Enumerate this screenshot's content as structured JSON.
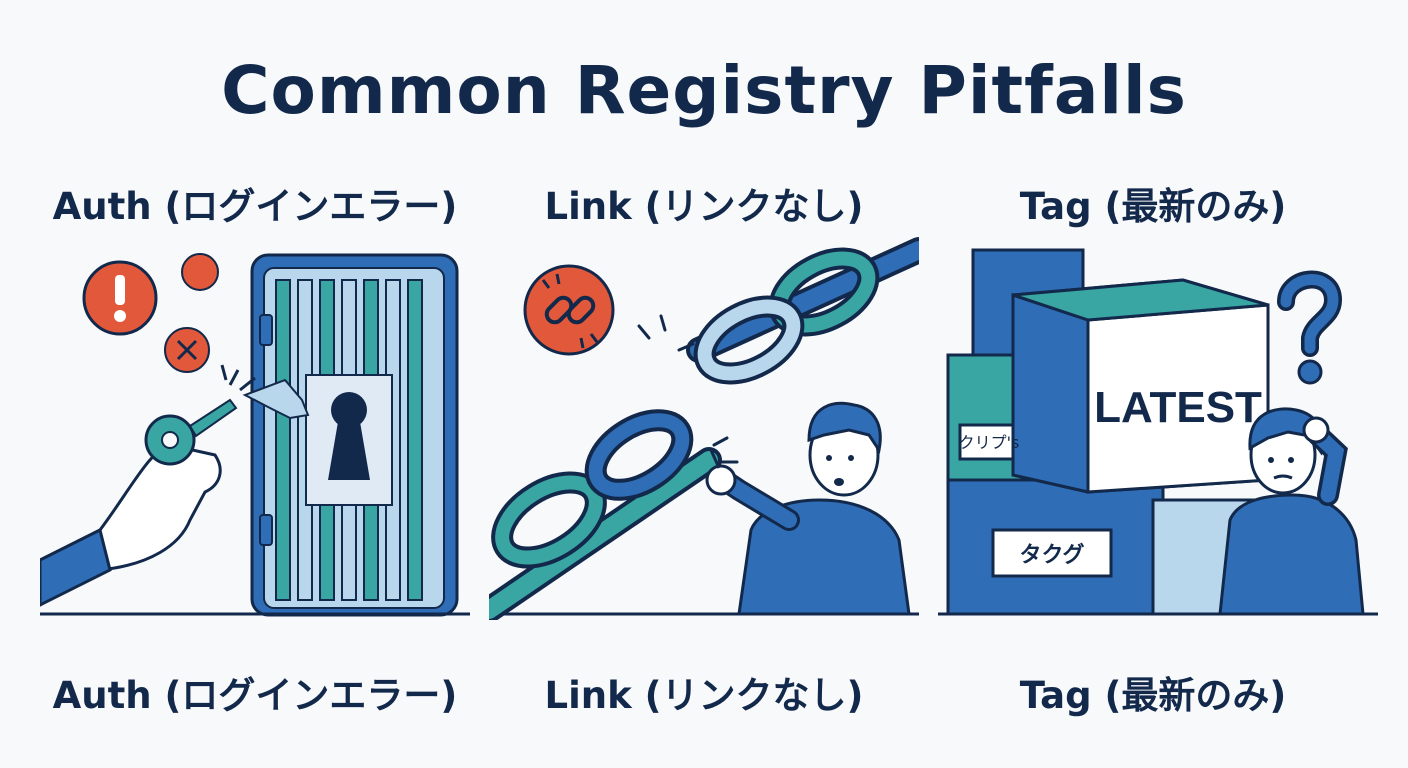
{
  "title": "Common Registry Pitfalls",
  "panels": [
    {
      "top_label": "Auth (ログインエラー)",
      "bottom_label": "Auth (ログインエラー)",
      "icons": [
        "exclamation-icon",
        "cross-icon",
        "key-icon",
        "keyhole-icon"
      ]
    },
    {
      "top_label": "Link (リンクなし)",
      "bottom_label": "Link (リンクなし)",
      "icons": [
        "broken-link-icon",
        "chain-icon"
      ]
    },
    {
      "top_label": "Tag (最新のみ)",
      "bottom_label": "Tag (最新のみ)",
      "box_label": "LATEST",
      "side_tag_1": "クリプ's",
      "side_tag_2": "タクグ",
      "icons": [
        "question-mark-icon",
        "box-icon"
      ]
    }
  ],
  "colors": {
    "navy": "#13294b",
    "blue": "#2f6db6",
    "teal": "#3aa6a4",
    "light_blue": "#b9d7ec",
    "orange": "#e2583b"
  }
}
